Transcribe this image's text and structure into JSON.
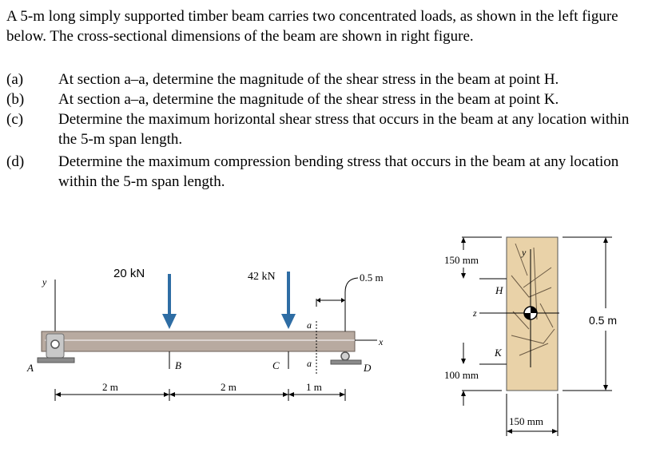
{
  "problem": {
    "intro": "A 5-m long simply supported timber beam carries two concentrated loads, as shown in the left figure below. The cross-sectional dimensions of the beam are shown in right figure.",
    "questions": [
      {
        "label": "(a)",
        "text": "At section a–a, determine the magnitude of the shear stress in the beam at point H."
      },
      {
        "label": "(b)",
        "text": "At section a–a, determine the magnitude of the shear stress in the beam at point K."
      },
      {
        "label": "(c)",
        "text": "Determine the maximum horizontal shear stress that occurs in the beam at any location within the 5-m span length."
      },
      {
        "label": "(d)",
        "text": "Determine the maximum compression bending stress that occurs in the beam at any location within the 5-m span length."
      }
    ]
  },
  "beam_figure": {
    "load_1": "20 kN",
    "load_2": "42 kN",
    "overhang_dim": "0.5 m",
    "axis_y": "y",
    "axis_x": "x",
    "point_A": "A",
    "point_B": "B",
    "point_C": "C",
    "point_D": "D",
    "section_top": "a",
    "section_bottom": "a",
    "span_1": "2 m",
    "span_2": "2 m",
    "span_3": "1 m",
    "colors": {
      "beam": "#b8aaa0",
      "load_arrow": "#2e6da4",
      "support": "#9a9a9a"
    }
  },
  "section_figure": {
    "top_dim": "150 mm",
    "bottom_dim": "100 mm",
    "width_dim": "150 mm",
    "height_dim": "0.5 m",
    "point_H": "H",
    "point_K": "K",
    "axis_y": "y",
    "axis_z": "z",
    "colors": {
      "timber": "#e9d2a8"
    }
  }
}
